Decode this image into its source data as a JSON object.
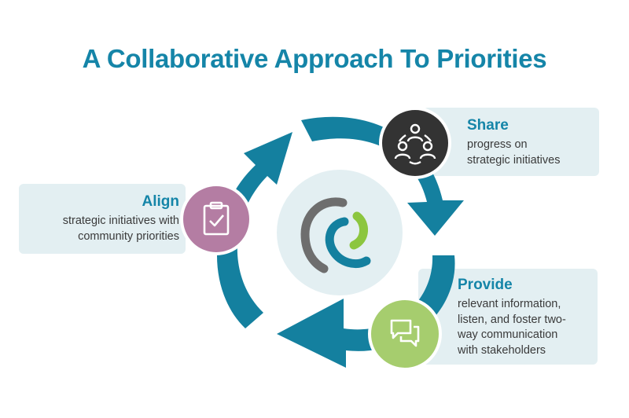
{
  "title": "A Collaborative Approach To Priorities",
  "colors": {
    "title": "#1585a8",
    "arrows": "#14809f",
    "card_background": "#e3eff2",
    "center_circle": "#e3eff2",
    "share_circle": "#333333",
    "align_circle": "#b47da3",
    "provide_circle": "#a6cd6e",
    "logo_gray": "#6e6e6e",
    "logo_green": "#8cc63f",
    "logo_blue": "#14809f"
  },
  "steps": {
    "share": {
      "heading": "Share",
      "text": "progress on\nstrategic initiatives",
      "icon": "people-network-icon"
    },
    "align": {
      "heading": "Align",
      "text": "strategic initiatives with\ncommunity priorities",
      "icon": "clipboard-check-icon"
    },
    "provide": {
      "heading": "Provide",
      "text": "relevant information,\nlisten, and foster two-\nway communication\nwith stakeholders",
      "icon": "chat-bubbles-icon"
    }
  },
  "center_logo": "partial-circles-logo"
}
